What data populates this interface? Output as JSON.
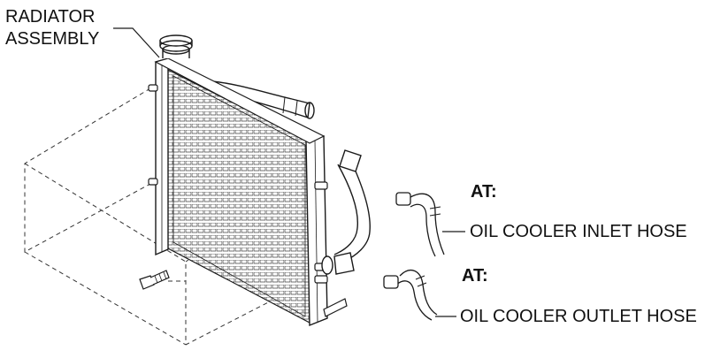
{
  "labels": {
    "radiator_line1": "RADIATOR",
    "radiator_line2": "ASSEMBLY",
    "at_inlet": "AT:",
    "inlet_hose": "OIL COOLER INLET HOSE",
    "at_outlet": "AT:",
    "outlet_hose": "OIL COOLER OUTLET HOSE"
  },
  "colors": {
    "line": "#1a1a1a",
    "background": "#ffffff"
  }
}
